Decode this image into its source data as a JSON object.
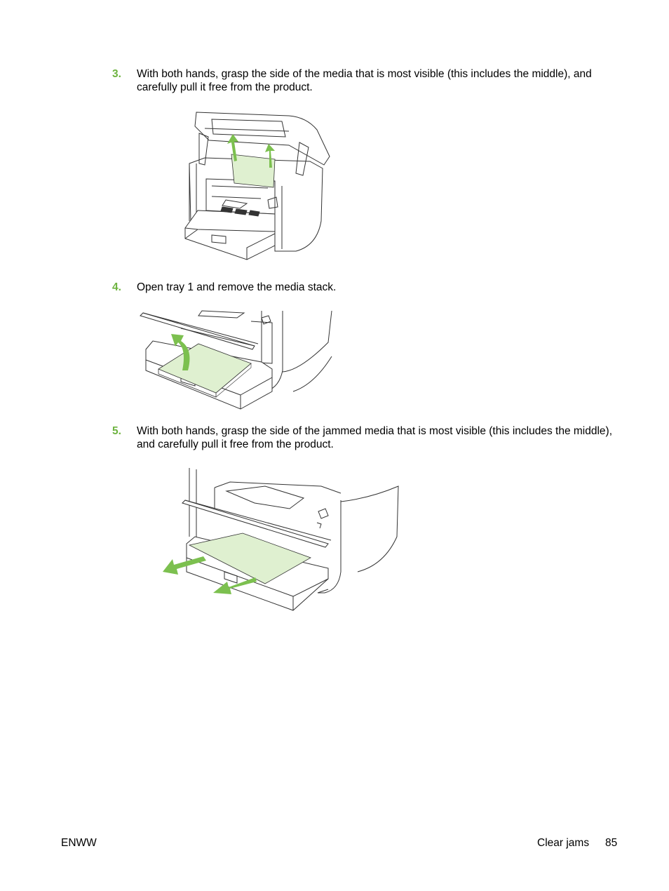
{
  "steps": [
    {
      "number": "3.",
      "text": "With both hands, grasp the side of the media that is most visible (this includes the middle), and carefully pull it free from the product."
    },
    {
      "number": "4.",
      "text": "Open tray 1 and remove the media stack."
    },
    {
      "number": "5.",
      "text": "With both hands, grasp the side of the jammed media that is most visible (this includes the middle), and carefully pull it free from the product."
    }
  ],
  "footer": {
    "left": "ENWW",
    "section": "Clear jams",
    "page": "85"
  },
  "colors": {
    "accent": "#6db33f",
    "paper": "#dff0d0",
    "arrow": "#7cc04f",
    "line": "#333333"
  }
}
